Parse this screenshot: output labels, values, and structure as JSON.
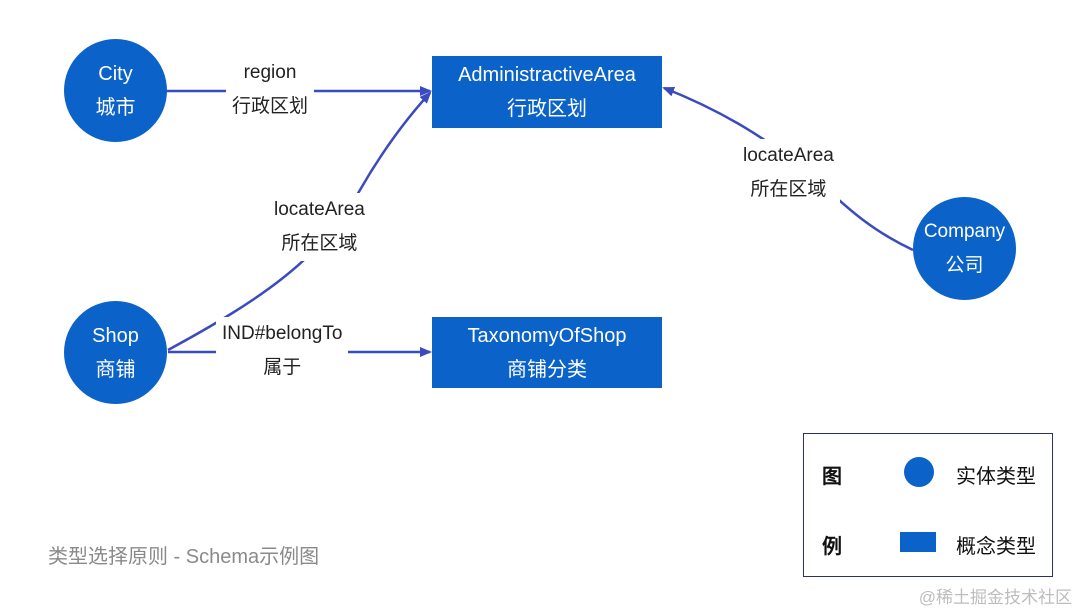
{
  "nodes": {
    "city": {
      "en": "City",
      "zh": "城市"
    },
    "shop": {
      "en": "Shop",
      "zh": "商铺"
    },
    "company": {
      "en": "Company",
      "zh": "公司"
    },
    "admin_area": {
      "en": "AdministractiveArea",
      "zh": "行政区划"
    },
    "taxonomy_shop": {
      "en": "TaxonomyOfShop",
      "zh": "商铺分类"
    }
  },
  "edges": {
    "city_region": {
      "en": "region",
      "zh": "行政区划"
    },
    "shop_locate": {
      "en": "locateArea",
      "zh": "所在区域"
    },
    "company_locate": {
      "en": "locateArea",
      "zh": "所在区域"
    },
    "shop_belong": {
      "en": "IND#belongTo",
      "zh": "属于"
    }
  },
  "legend": {
    "title_top": "图",
    "title_bottom": "例",
    "entity_label": "实体类型",
    "concept_label": "概念类型"
  },
  "caption": "类型选择原则 - Schema示例图",
  "watermark": "@稀土掘金技术社区",
  "colors": {
    "node": "#0b63c9",
    "arrow": "#3a4bbf"
  }
}
